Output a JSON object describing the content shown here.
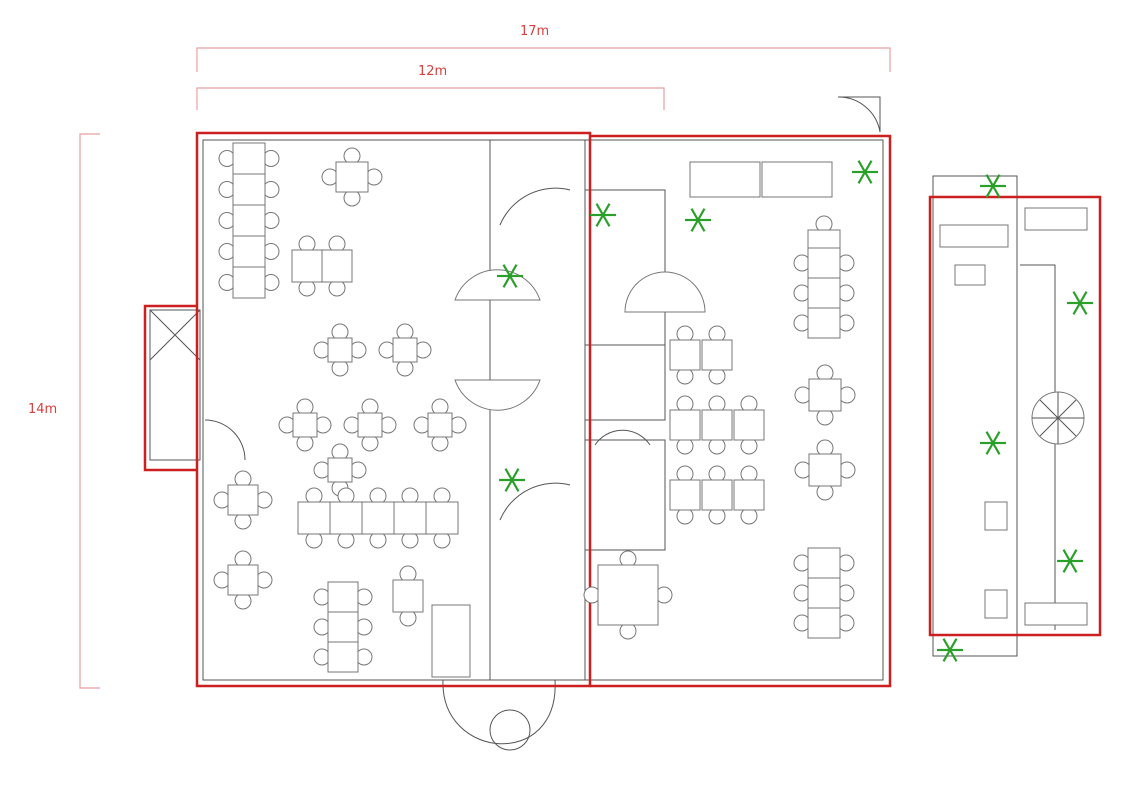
{
  "dimensions": {
    "overall_width": "17m",
    "inner_width": "12m",
    "height": "14m"
  },
  "colors": {
    "wall_outline": "#cc1f1f",
    "dimension": "#d64040",
    "plant": "#2aa02a",
    "furniture": "#777777"
  },
  "icons": [
    "plant-icon",
    "table-icon",
    "chair-icon",
    "spiral-stair-icon",
    "door-swing-icon"
  ]
}
